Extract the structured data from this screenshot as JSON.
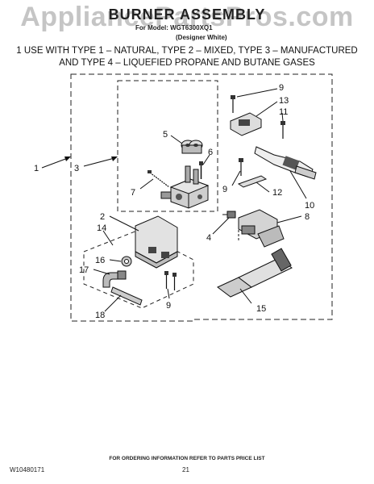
{
  "watermark": "AppliancePartsPros.com",
  "header": {
    "title": "BURNER ASSEMBLY",
    "model_line": "For Model: WGT6300XQ1",
    "variant": "(Designer White)"
  },
  "note": "1 USE WITH TYPE 1 – NATURAL, TYPE 2 – MIXED, TYPE 3 – MANUFACTURED AND TYPE 4 – LIQUEFIED PROPANE AND BUTANE GASES",
  "callouts": {
    "c1": "1",
    "c2": "2",
    "c3": "3",
    "c4": "4",
    "c5": "5",
    "c6": "6",
    "c7": "7",
    "c8": "8",
    "c9a": "9",
    "c9b": "9",
    "c9c": "9",
    "c10": "10",
    "c11": "11",
    "c12": "12",
    "c13": "13",
    "c14": "14",
    "c15": "15",
    "c16": "16",
    "c17": "17",
    "c18": "18"
  },
  "footer": {
    "ordering": "FOR ORDERING INFORMATION REFER TO PARTS PRICE LIST",
    "doc_number": "W10480171",
    "page_number": "21"
  }
}
